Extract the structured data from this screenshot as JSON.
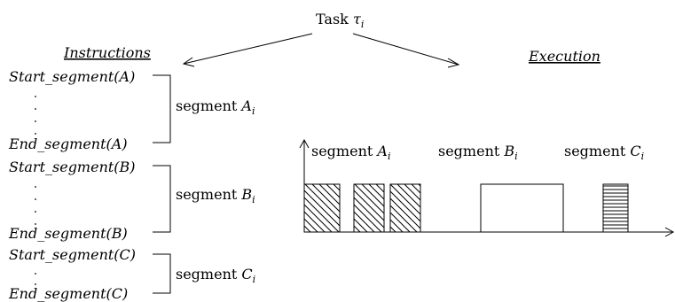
{
  "task": {
    "label": "Task",
    "symbol": "τ",
    "subscript": "i"
  },
  "headers": {
    "instructions": "Instructions",
    "execution": "Execution"
  },
  "instructions": {
    "start_a": "Start_segment(A)",
    "end_a": "End_segment(A)",
    "start_b": "Start_segment(B)",
    "end_b": "End_segment(B)",
    "start_c": "Start_segment(C)",
    "end_c": "End_segment(C)"
  },
  "segments": {
    "word": "segment",
    "a": {
      "letter": "A",
      "sub": "i"
    },
    "b": {
      "letter": "B",
      "sub": "i"
    },
    "c": {
      "letter": "C",
      "sub": "i"
    }
  }
}
